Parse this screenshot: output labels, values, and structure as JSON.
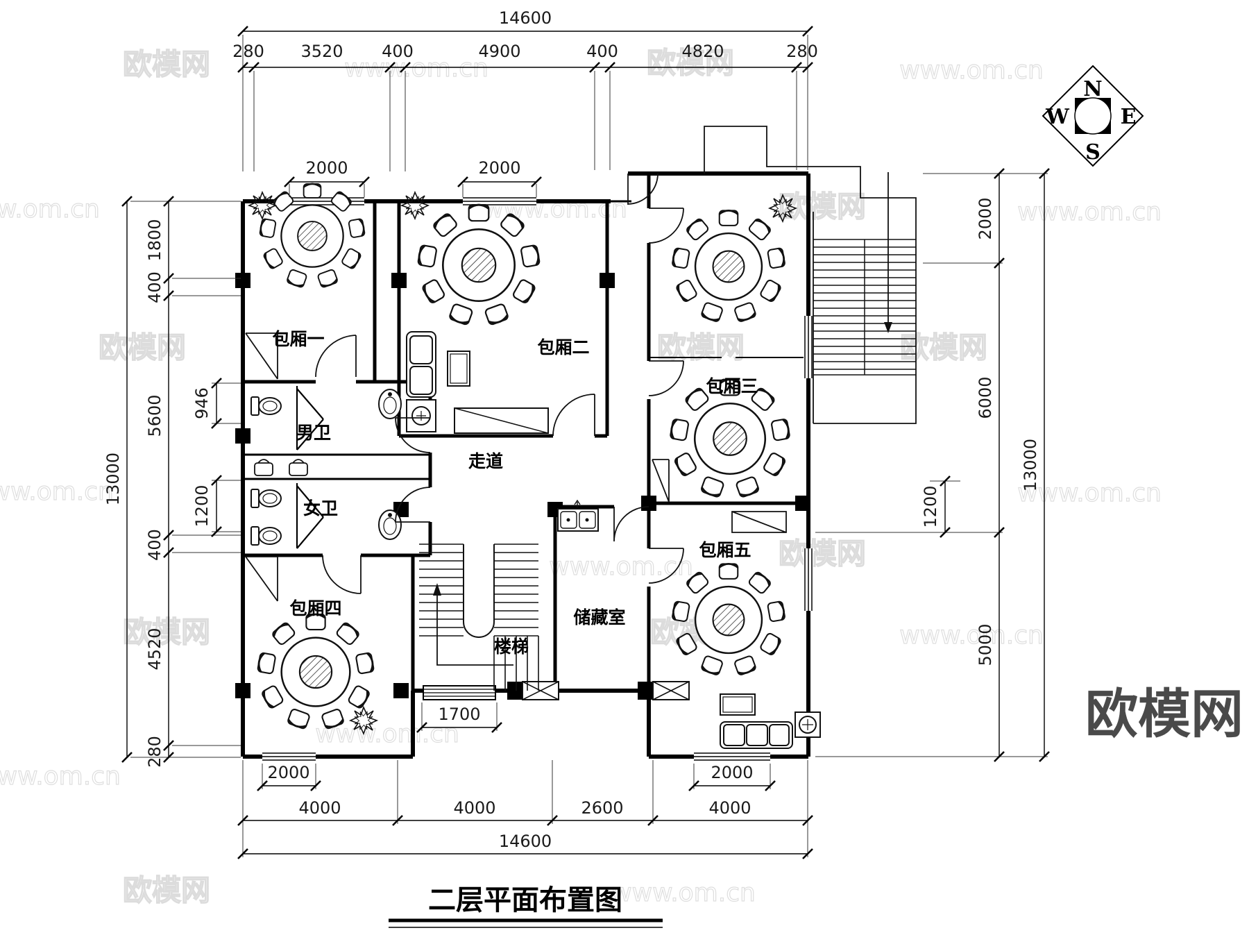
{
  "title": "二层平面布置图",
  "compass": {
    "n": "N",
    "e": "E",
    "w": "W",
    "s": "S"
  },
  "watermark": {
    "site_text": "www.om.cn",
    "brand_text": "欧模网",
    "brand_color": "#4a4a4a",
    "light_color": "#dedede"
  },
  "rooms": {
    "room1": "包厢一",
    "room2": "包厢二",
    "room3": "包厢三",
    "room4": "包厢四",
    "room5": "包厢五",
    "male_wc": "男卫",
    "female_wc": "女卫",
    "corridor": "走道",
    "storage": "储藏室",
    "stairs": "楼梯"
  },
  "dims": {
    "top": {
      "overall": "14600",
      "segments": [
        "280",
        "3520",
        "400",
        "4900",
        "400",
        "4820",
        "280"
      ],
      "window_left": "2000",
      "window_right": "2000"
    },
    "left": {
      "overall": "13000",
      "segments": [
        "1800",
        "400",
        "5600",
        "400",
        "4520",
        "280"
      ],
      "sub_upper": "946",
      "sub_lower": "1200"
    },
    "right": {
      "overall": "13000",
      "segments": [
        "2000",
        "6000",
        "5000"
      ],
      "sub": "1200"
    },
    "bottom": {
      "overall": "14600",
      "segments": [
        "4000",
        "4000",
        "2600",
        "4000"
      ],
      "window_left": "2000",
      "window_right": "2000",
      "stair_bay": "1700"
    }
  },
  "colors": {
    "line": "#000000",
    "wall": "#000000"
  }
}
